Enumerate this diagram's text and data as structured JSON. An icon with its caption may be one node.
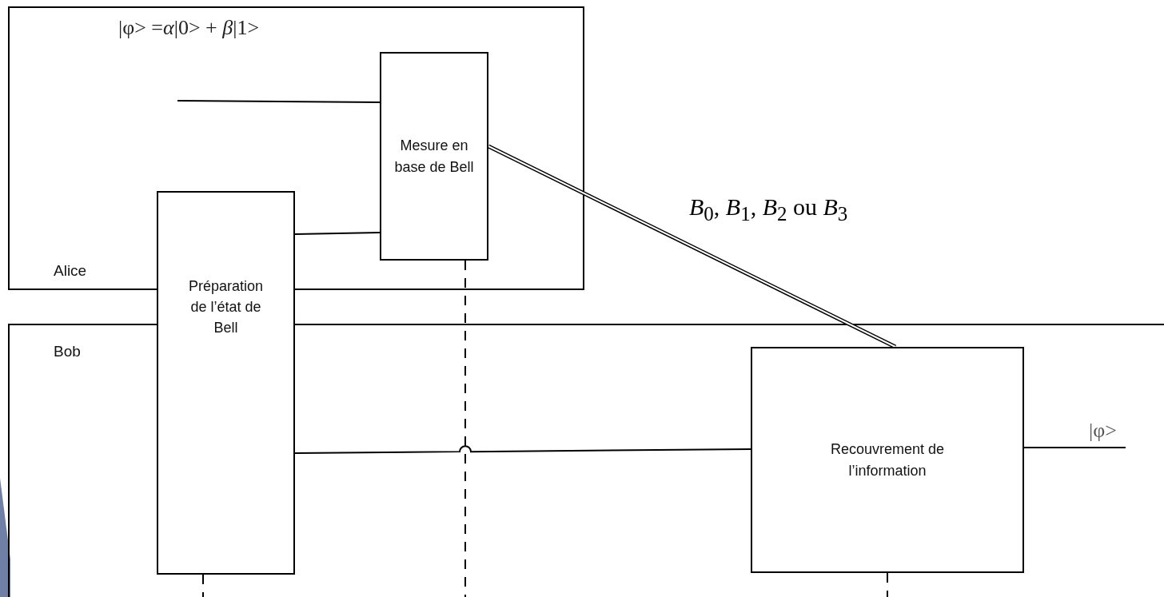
{
  "diagram": {
    "nodes": [
      {
        "text": [
          "Alice"
        ]
      },
      {
        "text": [
          "Mesure en base de Bell"
        ],
        "in": 0
      },
      {
        "text": [
          "Bob"
        ]
      },
      {
        "text": [
          "Préparation de l’état de Bell"
        ]
      },
      {
        "text": [
          "Recouvrement de l’information"
        ],
        "in": 2
      }
    ],
    "edges": [
      {
        "from": null,
        "to": 1,
        "arrow": "none",
        "label": "|φ> =*α*|0> + *β*|1>"
      },
      {
        "from": 3,
        "to": 1,
        "arrow": "none"
      },
      {
        "from": 1,
        "to": 4,
        "arrow": "none",
        "style": "thick",
        "label": "*B*$_{0}$, *B*$_{1}$, *B*$_{2}$ ou *B*$_{3}$"
      },
      {
        "from": 3,
        "to": 4,
        "arrow": "none"
      },
      {
        "from": 4,
        "to": null,
        "arrow": "none",
        "label": "|φ>"
      },
      {
        "from": 1,
        "to": null,
        "arrow": "none",
        "style": "dashed"
      },
      {
        "from": 3,
        "to": null,
        "arrow": "none",
        "style": "dashed"
      },
      {
        "from": 4,
        "to": null,
        "arrow": "none",
        "style": "dashed"
      }
    ]
  }
}
